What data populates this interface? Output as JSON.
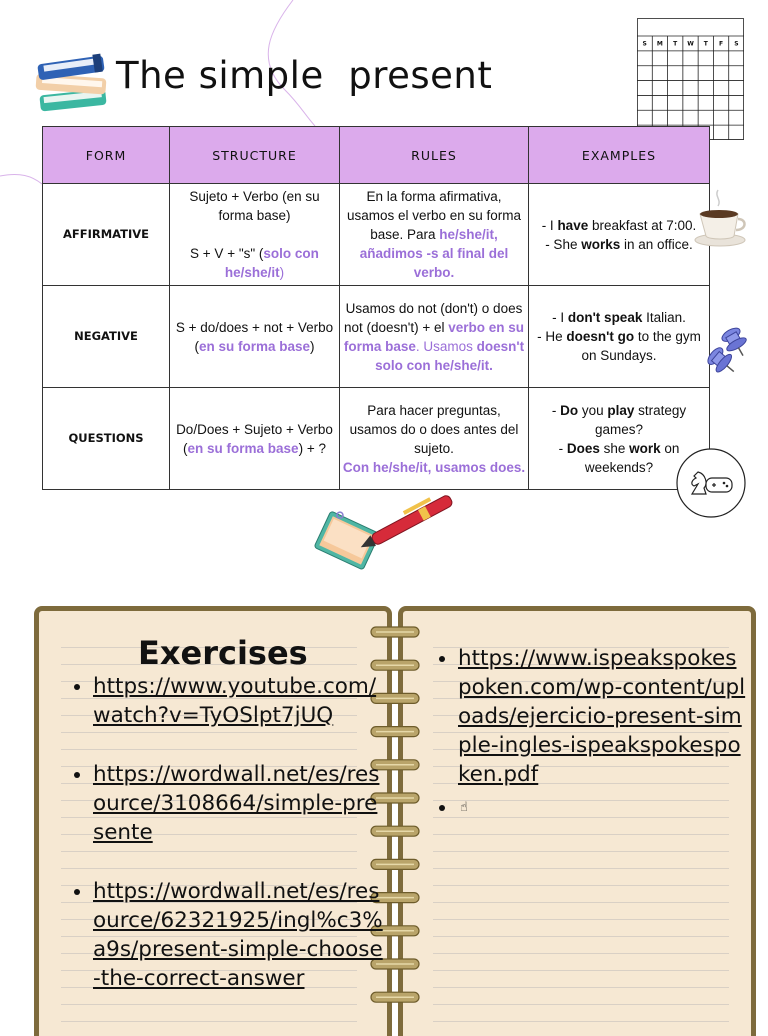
{
  "title": "The simple  present",
  "table": {
    "headers": [
      "FORM",
      "STRUCTURE",
      "RULES",
      "EXAMPLES"
    ],
    "affirmative": {
      "form": "AFFIRMATIVE",
      "structure": {
        "line1": "Sujeto + Verbo (en su forma base)",
        "formula": "S + V + \"s\" (",
        "highlight": "solo con he/she/it",
        "close": ")"
      },
      "rules": {
        "text1": "En la forma afirmativa, usamos el verbo en su forma base. Para ",
        "highlight": "he/she/it, añadimos -s al final del verbo."
      },
      "examples": {
        "ex1": {
          "pre": "- I ",
          "bold": "have",
          "post": " breakfast at 7:00."
        },
        "ex2": {
          "pre": "- She ",
          "bold": "works",
          "post": " in an office."
        }
      }
    },
    "negative": {
      "form": "NEGATIVE",
      "structure": {
        "text": "S + do/does + not + Verbo (",
        "highlight": "en su forma base",
        "close": ")"
      },
      "rules": {
        "text1": "Usamos do not (don't) o does not (doesn't) + el ",
        "highlight1": "verbo en su forma base",
        "text2": ". Usamos ",
        "highlight2": "doesn't solo con he/she/it."
      },
      "examples": {
        "ex1": {
          "pre": "- I ",
          "bold": "don't speak",
          "post": " Italian."
        },
        "ex2": {
          "pre": "- He ",
          "bold": "doesn't go",
          "post": " to the gym on Sundays."
        }
      }
    },
    "questions": {
      "form": "QUESTIONS",
      "structure": {
        "text": "Do/Does + Sujeto + Verbo (",
        "highlight": "en su forma base",
        "close": ") + ?"
      },
      "rules": {
        "text1": "Para hacer preguntas, usamos do o does antes del sujeto.",
        "highlight": "Con he/she/it, usamos does."
      },
      "examples": {
        "ex1": {
          "pre": "- ",
          "bold1": "Do",
          "mid": " you ",
          "bold2": "play",
          "post": " strategy games?"
        },
        "ex2": {
          "pre": "- ",
          "bold1": "Does",
          "mid": " she ",
          "bold2": "work",
          "post": " on weekends?"
        }
      }
    }
  },
  "calendar": {
    "days": [
      "S",
      "M",
      "T",
      "W",
      "T",
      "F",
      "S"
    ]
  },
  "exercises": {
    "title": "Exercises",
    "left_links": [
      "https://www.youtube.com/watch?v=TyOSlpt7jUQ",
      "https://wordwall.net/es/resource/3108664/simple-presente",
      "https://wordwall.net/es/resource/62321925/ingl%c3%a9s/present-simple-choose-the-correct-answer"
    ],
    "right_links": [
      "https://www.ispeakspokespoken.com/wp-content/uploads/ejercicio-present-simple-ingles-ispeakspokespoken.pdf"
    ]
  },
  "colors": {
    "header_bg": "#dcaaec",
    "highlight": "#9b6fd8",
    "notebook_border": "#7e6b3c",
    "notebook_bg": "#f6e8d3"
  },
  "icons": [
    "books-icon",
    "calendar-icon",
    "coffee-cup-icon",
    "push-pins-icon",
    "chess-gamepad-icon",
    "pen-notepad-icon",
    "cursor-icon"
  ]
}
